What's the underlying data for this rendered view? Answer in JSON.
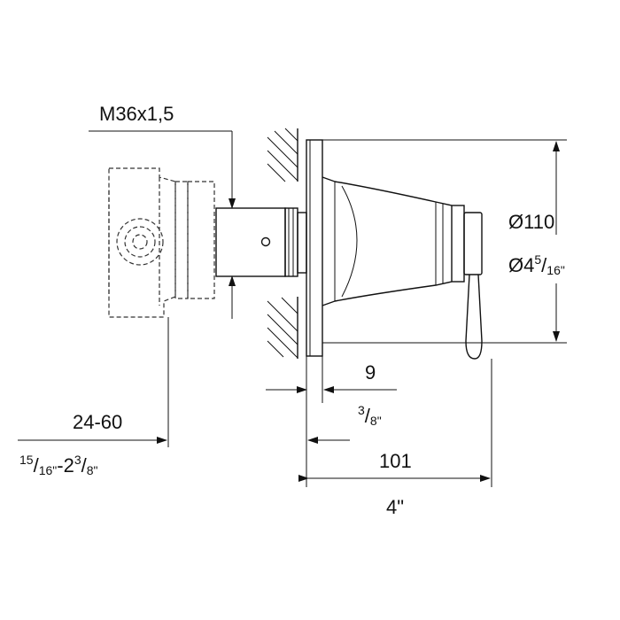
{
  "diagram": {
    "thread_label": "M36x1,5",
    "diameter_mm": "Ø110",
    "diameter_in": {
      "prefix": "Ø4",
      "num": "5",
      "den": "16\""
    },
    "offset_mm": "9",
    "offset_in": {
      "num": "3",
      "den": "8\""
    },
    "wall_range_mm": "24-60",
    "wall_range_in": {
      "num1": "15",
      "den1": "16\"",
      "dash": "-2",
      "num2": "3",
      "den2": "8\""
    },
    "depth_mm": "101",
    "depth_in": "4\""
  }
}
